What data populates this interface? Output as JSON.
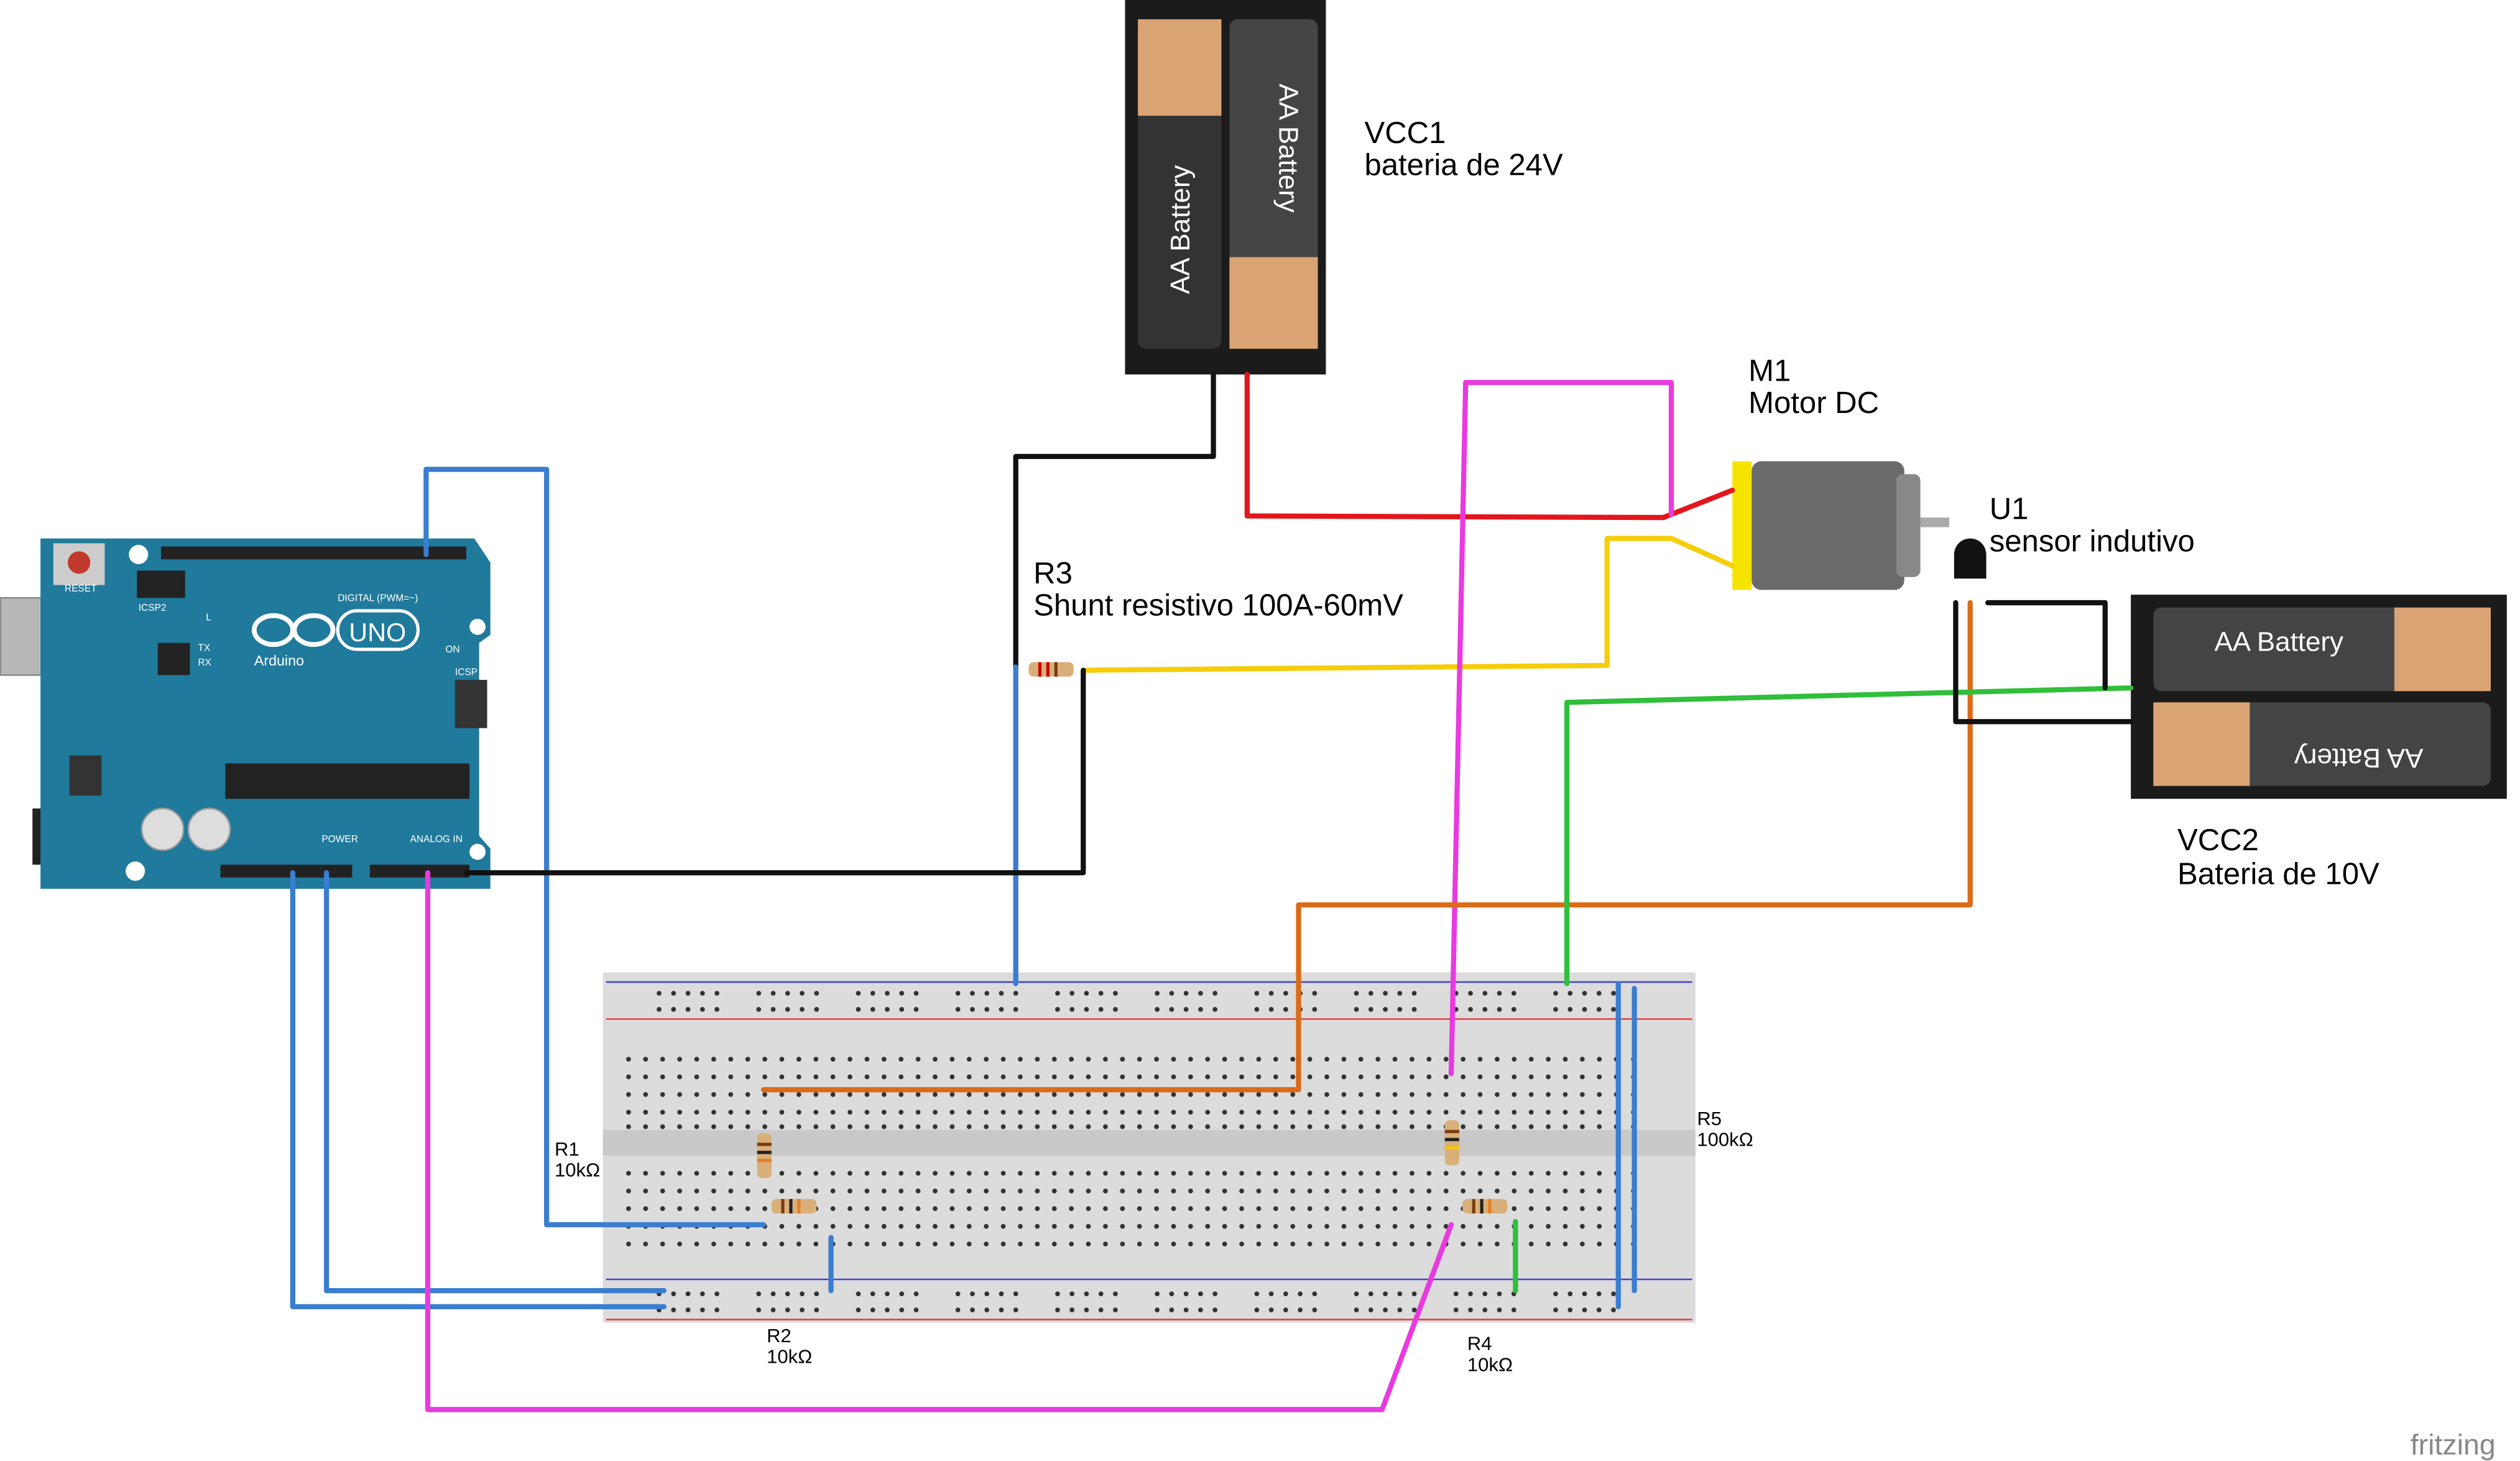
{
  "components": {
    "vcc1": {
      "ref": "VCC1",
      "desc": "bateria de 24V",
      "cell_label": "AA Battery"
    },
    "m1": {
      "ref": "M1",
      "desc": "Motor DC"
    },
    "u1": {
      "ref": "U1",
      "desc": "sensor indutivo"
    },
    "r3": {
      "ref": "R3",
      "desc": "Shunt resistivo 100A-60mV"
    },
    "vcc2": {
      "ref": "VCC2",
      "desc": "Bateria de 10V",
      "cell_label": "AA Battery"
    },
    "r1": {
      "ref": "R1",
      "value": "10kΩ"
    },
    "r2": {
      "ref": "R2",
      "value": "10kΩ"
    },
    "r4": {
      "ref": "R4",
      "value": "10kΩ"
    },
    "r5": {
      "ref": "R5",
      "value": "100kΩ"
    }
  },
  "arduino": {
    "reset": "RESET",
    "icsp2": "ICSP2",
    "digital": "DIGITAL (PWM=~)",
    "uno": "UNO",
    "brand": "Arduino",
    "on": "ON",
    "tx": "TX",
    "rx": "RX",
    "l": "L",
    "icsp": "ICSP",
    "power": "POWER",
    "analog": "ANALOG IN"
  },
  "watermark": "fritzing",
  "colors": {
    "arduino": "#1f7a9c",
    "wire_black": "#111111",
    "wire_red": "#e3161b",
    "wire_yellow": "#f5cd0a",
    "wire_pink": "#e93ae0",
    "wire_blue": "#3a7dd1",
    "wire_orange": "#db6b17",
    "wire_green": "#2fbf3a",
    "battery_tan": "#d9a373"
  }
}
